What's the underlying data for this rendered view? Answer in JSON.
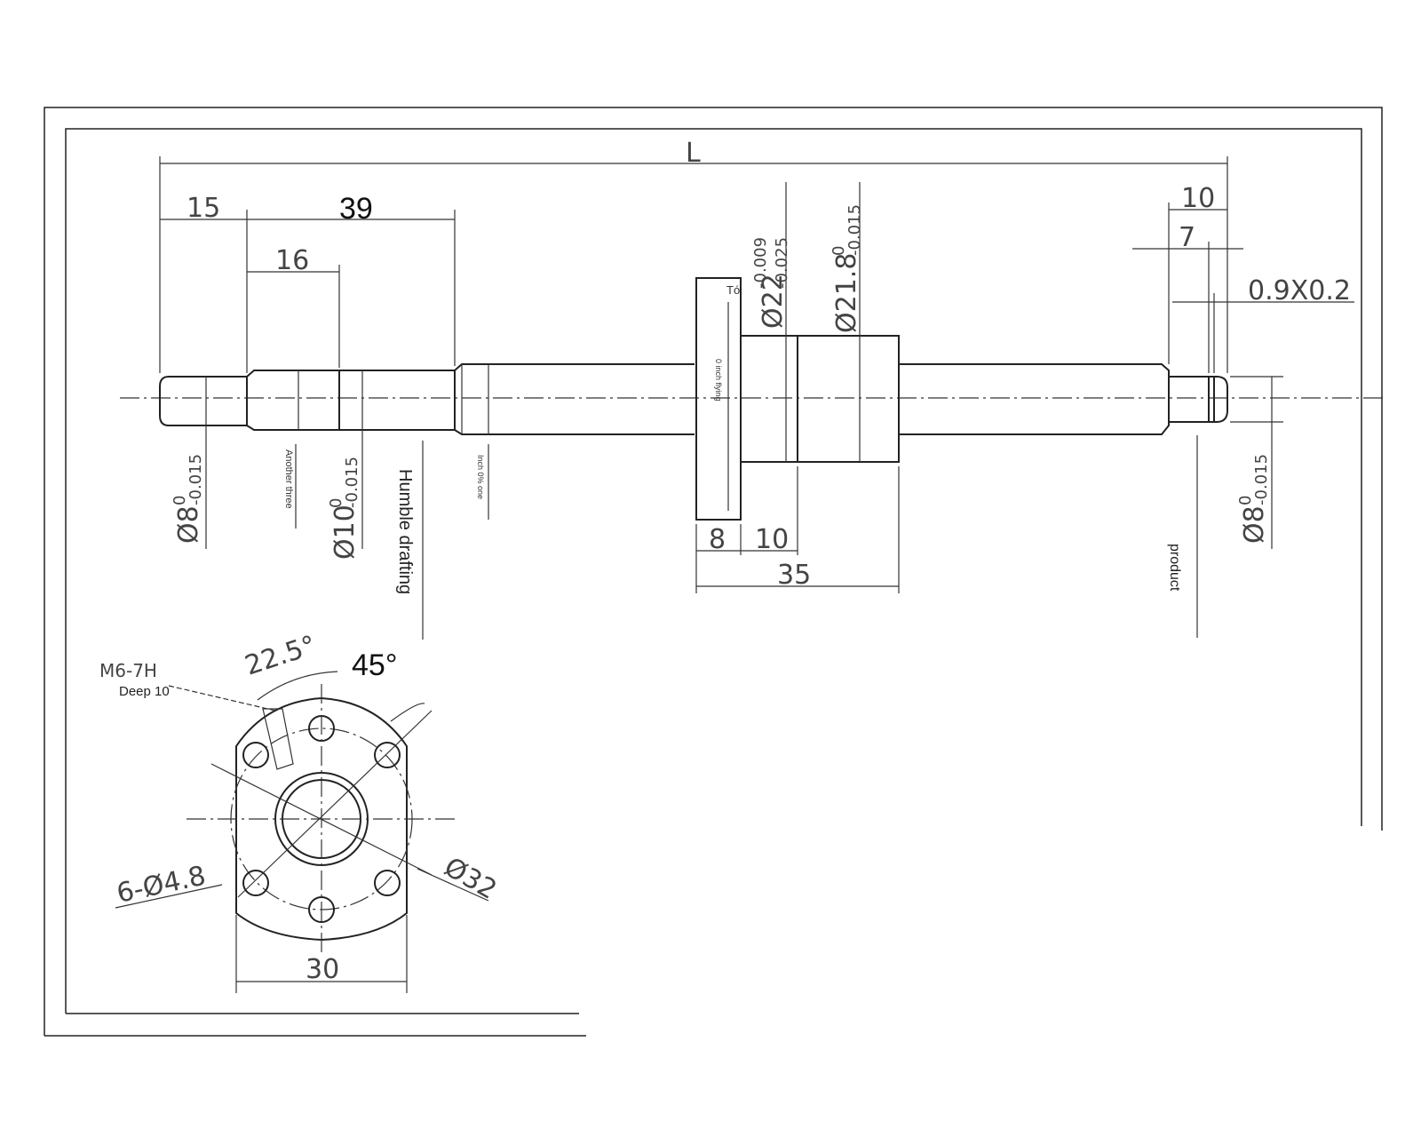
{
  "dimensions": {
    "overall_length": "L",
    "left_journal": "15",
    "thread_end": "39",
    "bearing_seat": "16",
    "right_end": "10",
    "groove_pos": "7",
    "groove": "0.9X0.2",
    "flange": "8",
    "nut_step": "10",
    "nut_length": "35",
    "pcd": "Ø32",
    "width": "30"
  },
  "tolerances": {
    "d8_left": {
      "base": "Ø8",
      "upper": "0",
      "lower": "-0.015"
    },
    "d10": {
      "base": "Ø10",
      "upper": "0",
      "lower": "-0.015"
    },
    "d8_right": {
      "base": "Ø8",
      "upper": "0",
      "lower": "-0.015"
    },
    "d22": {
      "base": "Ø22",
      "upper": "-0.009",
      "lower": "-0.025"
    },
    "d21_8": {
      "base": "Ø21.8",
      "upper": "0",
      "lower": "-0.015"
    }
  },
  "angles": {
    "a1": "22.5°",
    "a2": "45°"
  },
  "thread": {
    "spec": "M6-7H",
    "depth": "Deep 10"
  },
  "holes": "6-Ø4.8",
  "annotations": {
    "another_three": "Another three",
    "humble_drafting": "Humble drafting",
    "inch_one": "Inch 0% one",
    "inch_flying": "0 inch flying",
    "product": "product",
    "to": "Tó"
  }
}
